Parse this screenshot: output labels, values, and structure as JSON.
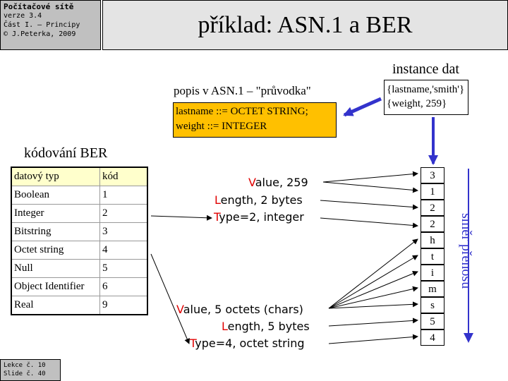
{
  "header": {
    "course": "Počítačové sítě",
    "version": "verze 3.4",
    "part": "Část I. – Principy",
    "copyright": "© J.Peterka, 2009",
    "title": "příklad: ASN.1 a BER"
  },
  "instance": {
    "label": "instance dat",
    "lines": [
      "{lastname,'smith'}",
      "{weight, 259}"
    ]
  },
  "asn": {
    "label": "popis v ASN.1 – \"průvodka\"",
    "lines": [
      "lastname ::= OCTET STRING;",
      "weight ::= INTEGER"
    ]
  },
  "ber": {
    "label": "kódování BER",
    "headers": [
      "datový typ",
      "kód"
    ],
    "rows": [
      [
        "Boolean",
        "1"
      ],
      [
        "Integer",
        "2"
      ],
      [
        "Bitstring",
        "3"
      ],
      [
        "Octet string",
        "4"
      ],
      [
        "Null",
        "5"
      ],
      [
        "Object Identifier",
        "6"
      ],
      [
        "Real",
        "9"
      ]
    ]
  },
  "bytes": [
    "3",
    "1",
    "2",
    "2",
    "h",
    "t",
    "i",
    "m",
    "s",
    "5",
    "4"
  ],
  "annotations": {
    "v1_r": "V",
    "v1": "alue, 259",
    "l1_r": "L",
    "l1": "ength, 2 bytes",
    "t1_r": "T",
    "t1": "ype=2, integer",
    "v2_r": "V",
    "v2": "alue, 5 octets (chars)",
    "l2_r": "L",
    "l2": "ength, 5 bytes",
    "t2_r": "T",
    "t2": "ype=4, octet string"
  },
  "direction": "směr přenosu",
  "footer": {
    "lecture": "Lekce č. 10",
    "slide": "Slide č. 40"
  },
  "colors": {
    "accent_red": "#e00000",
    "arrow_blue": "#3333cc",
    "asn_box": "#ffc000"
  }
}
